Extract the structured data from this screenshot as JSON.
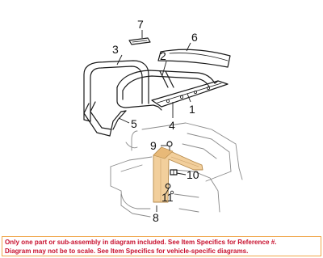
{
  "callouts": {
    "c1": "1",
    "c2": "2",
    "c3": "3",
    "c4": "4",
    "c5": "5",
    "c6": "6",
    "c7": "7",
    "c8": "8",
    "c9": "9",
    "c10": "10",
    "c11": "11"
  },
  "notice": {
    "line1": "Only one part or sub-assembly in diagram included. See Item Specifics for Reference #.",
    "line2": "Diagram may not be to scale. See Item Specifics for vehicle-specific diagrams."
  },
  "colors": {
    "highlight": "#f2cf9c",
    "notice_text": "#c8102e",
    "notice_border": "#f0a64a"
  }
}
